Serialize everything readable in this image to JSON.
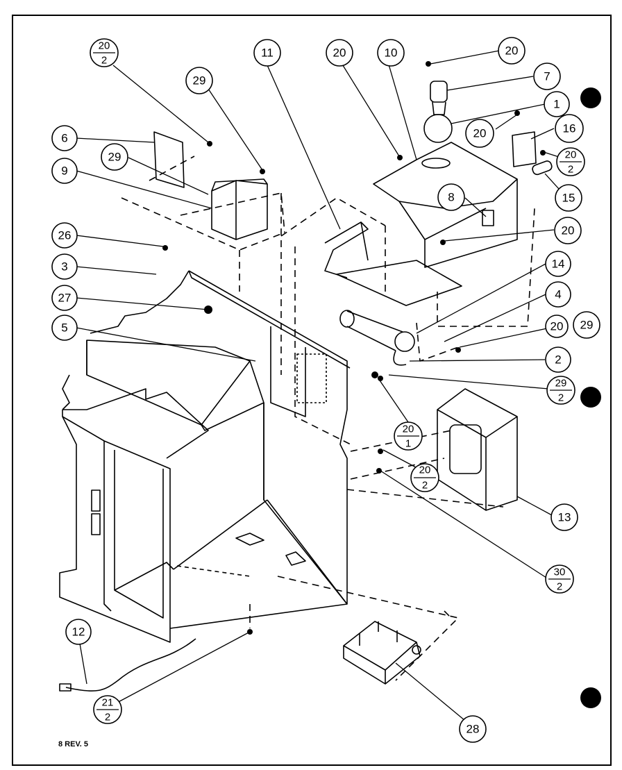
{
  "footer": {
    "revision": "8 REV. 5"
  },
  "callouts": [
    {
      "id": "c-20-2-a",
      "top": "20",
      "bottom": "2"
    },
    {
      "id": "c-29-a",
      "label": "29"
    },
    {
      "id": "c-11",
      "label": "11"
    },
    {
      "id": "c-20-a",
      "label": "20"
    },
    {
      "id": "c-10",
      "label": "10"
    },
    {
      "id": "c-20-b",
      "label": "20"
    },
    {
      "id": "c-7",
      "label": "7"
    },
    {
      "id": "c-1",
      "label": "1"
    },
    {
      "id": "c-20-c",
      "label": "20"
    },
    {
      "id": "c-16",
      "label": "16"
    },
    {
      "id": "c-20-2-b",
      "top": "20",
      "bottom": "2"
    },
    {
      "id": "c-15",
      "label": "15"
    },
    {
      "id": "c-6",
      "label": "6"
    },
    {
      "id": "c-29-b",
      "label": "29"
    },
    {
      "id": "c-9",
      "label": "9"
    },
    {
      "id": "c-8",
      "label": "8"
    },
    {
      "id": "c-20-d",
      "label": "20"
    },
    {
      "id": "c-26",
      "label": "26"
    },
    {
      "id": "c-3",
      "label": "3"
    },
    {
      "id": "c-14",
      "label": "14"
    },
    {
      "id": "c-27",
      "label": "27"
    },
    {
      "id": "c-4",
      "label": "4"
    },
    {
      "id": "c-5",
      "label": "5"
    },
    {
      "id": "c-20-e",
      "label": "20"
    },
    {
      "id": "c-29-c",
      "label": "29"
    },
    {
      "id": "c-2",
      "label": "2"
    },
    {
      "id": "c-29-2",
      "top": "29",
      "bottom": "2"
    },
    {
      "id": "c-20-1",
      "top": "20",
      "bottom": "1"
    },
    {
      "id": "c-20-2-c",
      "top": "20",
      "bottom": "2"
    },
    {
      "id": "c-13",
      "label": "13"
    },
    {
      "id": "c-30-2",
      "top": "30",
      "bottom": "2"
    },
    {
      "id": "c-12",
      "label": "12"
    },
    {
      "id": "c-21-2",
      "top": "21",
      "bottom": "2"
    },
    {
      "id": "c-28",
      "label": "28"
    }
  ]
}
